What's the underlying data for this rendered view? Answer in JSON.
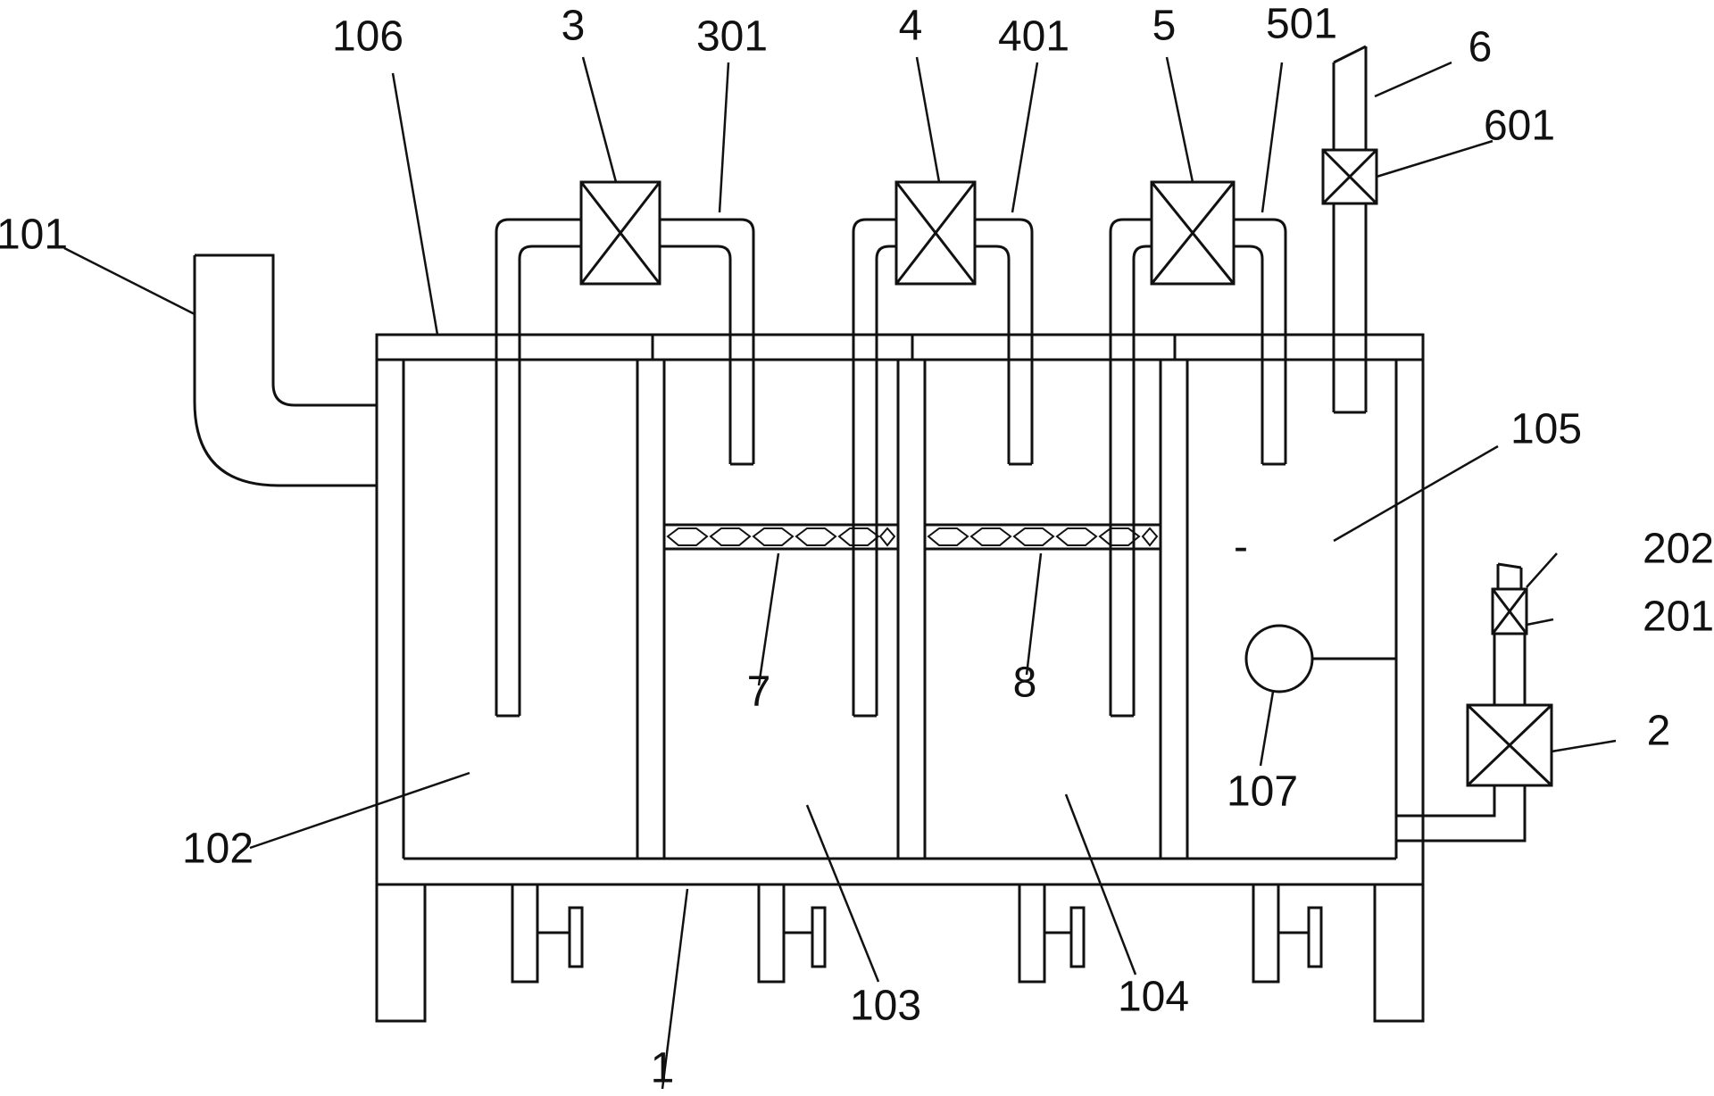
{
  "labels": {
    "l1": "1",
    "l2": "2",
    "l3": "3",
    "l4": "4",
    "l5": "5",
    "l6": "6",
    "l7": "7",
    "l8": "8",
    "l101": "101",
    "l102": "102",
    "l103": "103",
    "l104": "104",
    "l105": "105",
    "l106": "106",
    "l107": "107",
    "l201": "201",
    "l202": "202",
    "l301": "301",
    "l401": "401",
    "l501": "501",
    "l601": "601"
  },
  "stray_mark": "-"
}
